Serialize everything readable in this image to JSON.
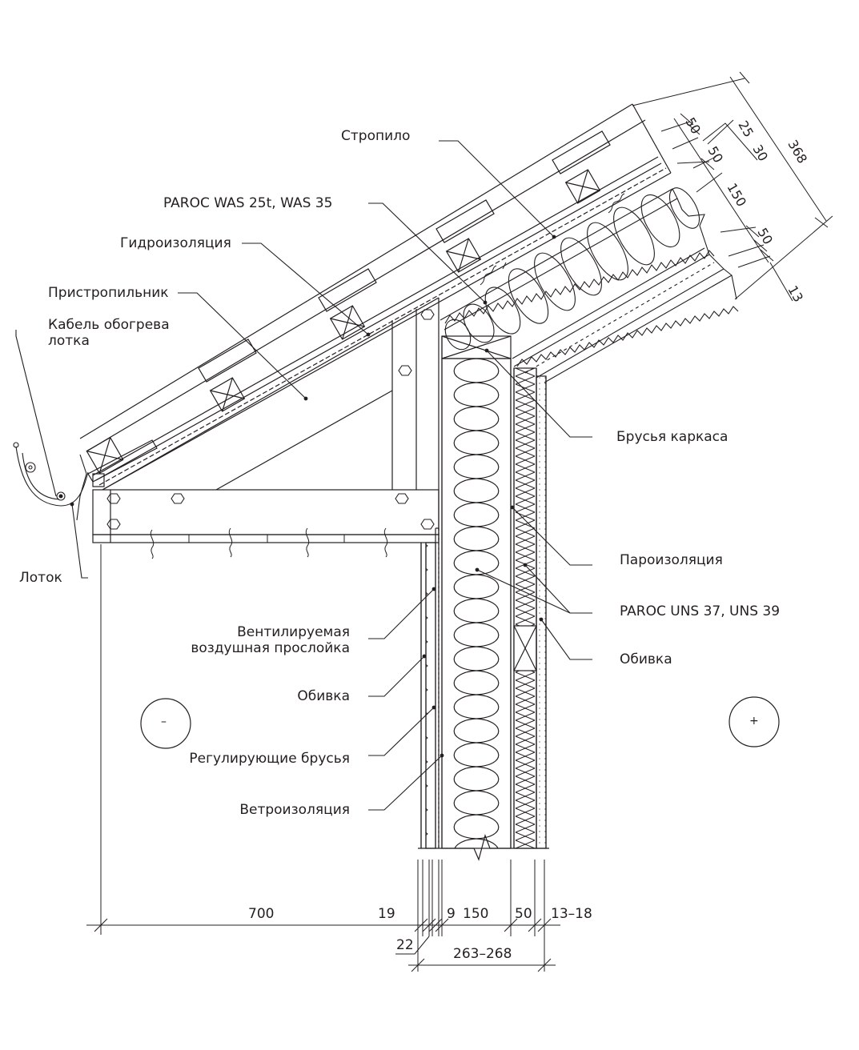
{
  "labels": {
    "rafter": "Стропило",
    "paroc_was": "PAROC WAS 25t, WAS 35",
    "waterproofing": "Гидроизоляция",
    "rafter_attachment": "Пристропильник",
    "heating_cable": "Кабель обогрева\nлотка",
    "gutter": "Лоток",
    "frame_bars": "Брусья каркаса",
    "vapor_barrier": "Пароизоляция",
    "paroc_uns": "PAROC UNS 37, UNS 39",
    "cladding_right": "Обивка",
    "ventilated_gap": "Вентилируемая\nвоздушная прослойка",
    "cladding_left": "Обивка",
    "adjusting_bars": "Регулирующие брусья",
    "wind_barrier": "Ветроизоляция"
  },
  "zones": {
    "outside": "–",
    "inside": "+"
  },
  "dimensions": {
    "bottom": [
      "700",
      "19",
      "9",
      "150",
      "50",
      "13–18"
    ],
    "bottom_small": "22",
    "bottom_total": "263–268",
    "roof": [
      "50",
      "25",
      "50",
      "30",
      "150",
      "50",
      "13"
    ],
    "roof_total": "368"
  },
  "colors": {
    "line": "#231f20",
    "background": "#ffffff"
  }
}
